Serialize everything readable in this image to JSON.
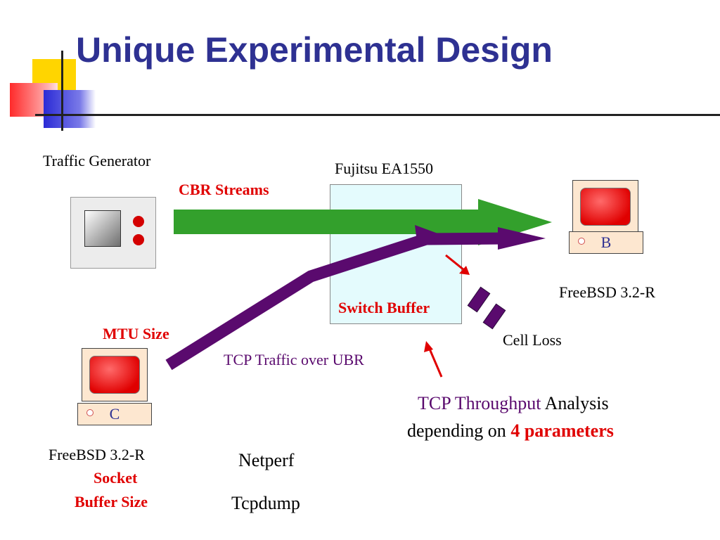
{
  "slide": {
    "title": "Unique Experimental Design"
  },
  "diagram": {
    "traffic_generator_label": "Traffic Generator",
    "cbr_streams_label": "CBR Streams",
    "switch_label": "Fujitsu EA1550",
    "switch_buffer_label": "Switch Buffer",
    "host_b": {
      "letter": "B",
      "os_label": "FreeBSD 3.2-R"
    },
    "host_c": {
      "letter": "C",
      "os_label": "FreeBSD 3.2-R"
    },
    "mtu_size_label": "MTU Size",
    "tcp_traffic_label": "TCP Traffic over UBR",
    "cell_loss_label": "Cell Loss",
    "socket_label_line1": "Socket",
    "socket_label_line2": "Buffer Size",
    "tools": [
      "Netperf",
      "Tcpdump"
    ],
    "analysis": {
      "part1": "TCP Throughput",
      "part2": " Analysis",
      "part3": "depending on ",
      "part4": "4 parameters"
    },
    "colors": {
      "title": "#2e3192",
      "cbr_arrow": "#33a02c",
      "tcp_arrow": "#5a0a6e",
      "highlight_red": "#e00000",
      "switch_fill": "#e4fbfd"
    }
  }
}
